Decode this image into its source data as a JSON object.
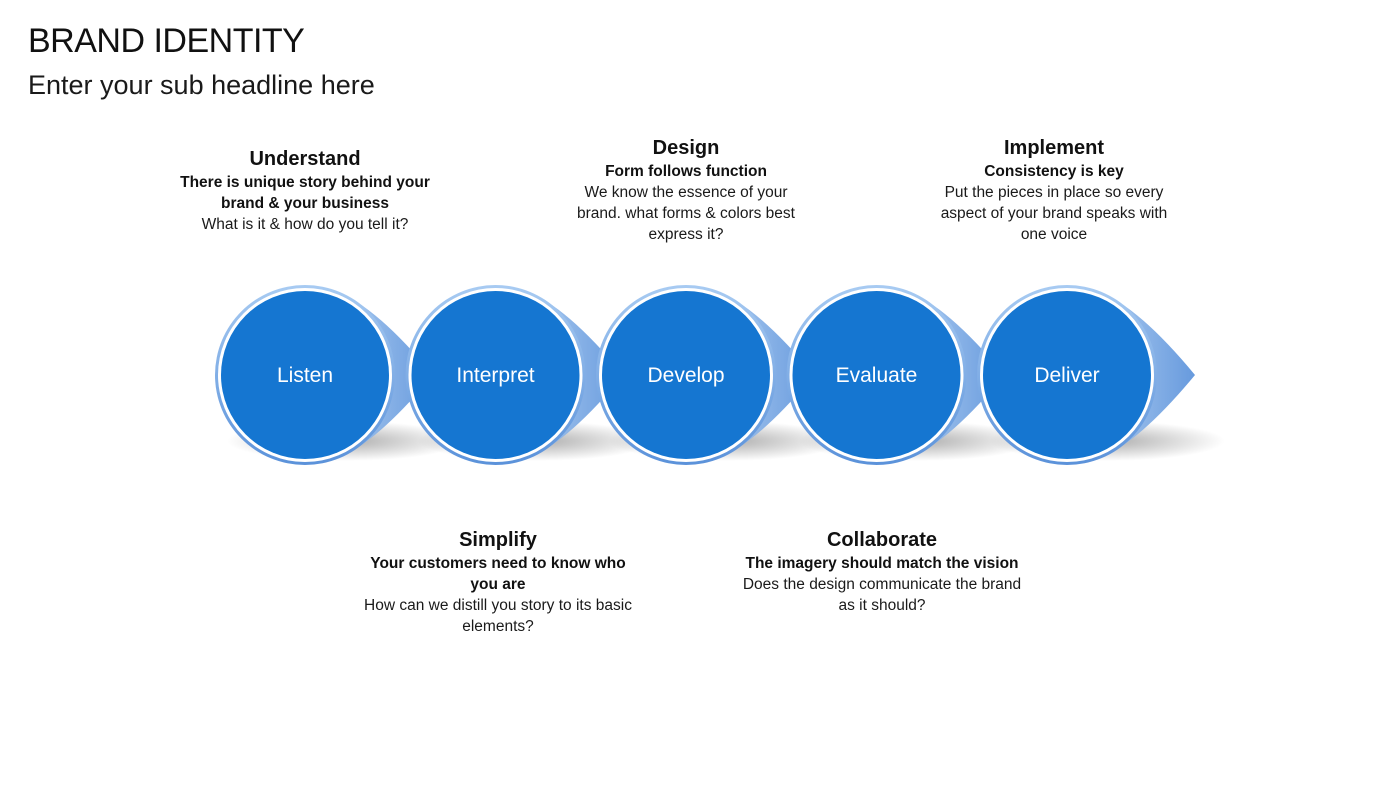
{
  "title": "BRAND IDENTITY",
  "subtitle": "Enter your sub headline here",
  "colors": {
    "circle_fill": "#1576d1",
    "ring_outer": "#7aaee8",
    "ring_inner": "#ffffff",
    "arrow": "#78a8e6"
  },
  "steps": [
    {
      "label": "Listen"
    },
    {
      "label": "Interpret"
    },
    {
      "label": "Develop"
    },
    {
      "label": "Evaluate"
    },
    {
      "label": "Deliver"
    }
  ],
  "callouts": {
    "understand": {
      "title": "Understand",
      "subtitle": "There is unique story behind your brand & your business",
      "description": "What is it & how do you tell it?"
    },
    "design": {
      "title": "Design",
      "subtitle": "Form follows function",
      "description": "We know the essence of your brand. what forms & colors best express it?"
    },
    "implement": {
      "title": "Implement",
      "subtitle": "Consistency is key",
      "description": "Put the pieces in place so every aspect of your brand speaks with one voice"
    },
    "simplify": {
      "title": "Simplify",
      "subtitle": "Your customers need to know who you are",
      "description": "How can we distill you story to its basic elements?"
    },
    "collaborate": {
      "title": "Collaborate",
      "subtitle": "The imagery should match the vision",
      "description": "Does the design communicate the brand as it should?"
    }
  }
}
